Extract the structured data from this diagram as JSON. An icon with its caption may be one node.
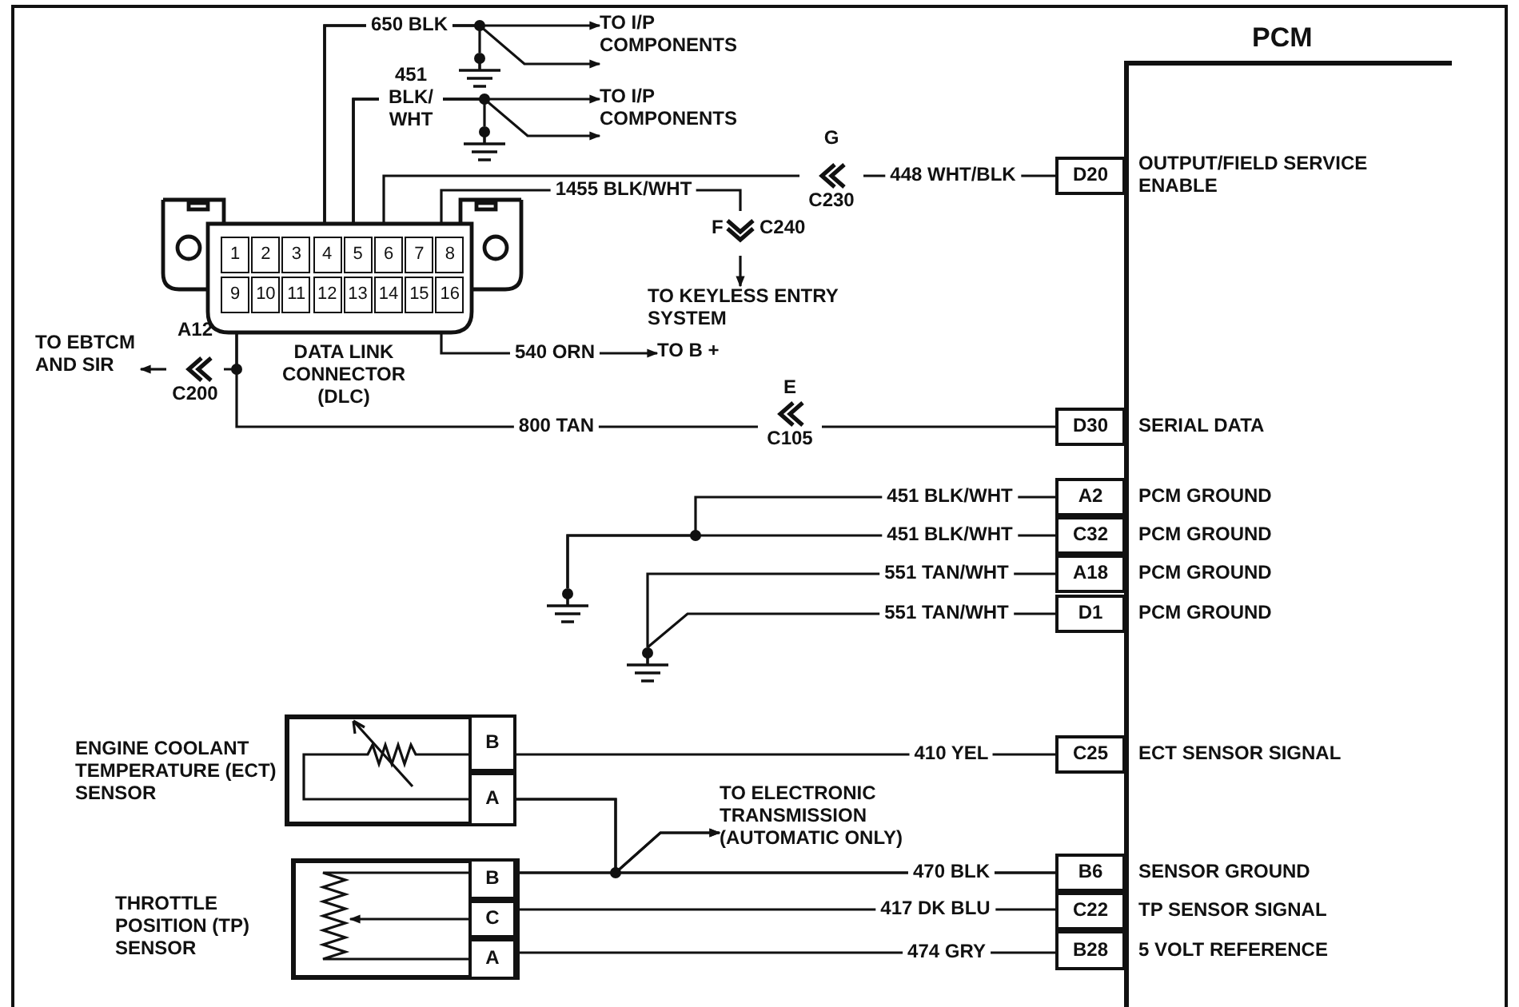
{
  "diagram": {
    "nodes": [
      {
        "text": [
          "PCM"
        ]
      },
      {
        "text": [
          "D20"
        ],
        "beside": [
          "OUTPUT/FIELD SERVICE ENABLE"
        ]
      },
      {
        "text": [
          "D30"
        ],
        "beside": [
          "SERIAL DATA"
        ]
      },
      {
        "text": [
          "A2"
        ],
        "beside": [
          "PCM GROUND"
        ]
      },
      {
        "text": [
          "C32"
        ],
        "beside": [
          "PCM GROUND"
        ]
      },
      {
        "text": [
          "A18"
        ],
        "beside": [
          "PCM GROUND"
        ]
      },
      {
        "text": [
          "D1"
        ],
        "beside": [
          "PCM GROUND"
        ]
      },
      {
        "text": [
          "C25"
        ],
        "beside": [
          "ECT SENSOR SIGNAL"
        ]
      },
      {
        "text": [
          "B6"
        ],
        "beside": [
          "SENSOR GROUND"
        ]
      },
      {
        "text": [
          "C22"
        ],
        "beside": [
          "TP SENSOR SIGNAL"
        ]
      },
      {
        "text": [
          "B28"
        ],
        "beside": [
          "5 VOLT REFERENCE"
        ]
      },
      {
        "text": [
          "DATA LINK CONNECTOR (DLC)"
        ]
      },
      {
        "text": [
          "TO I/P COMPONENTS"
        ]
      },
      {
        "text": [
          "TO I/P COMPONENTS"
        ]
      },
      {
        "text": [],
        "shape": "ground"
      },
      {
        "text": [],
        "shape": "ground"
      },
      {
        "text": [
          "TO KEYLESS ENTRY SYSTEM"
        ]
      },
      {
        "text": [
          "TO B +"
        ]
      },
      {
        "text": [
          "TO EBTCM AND SIR"
        ]
      },
      {
        "text": [
          "G",
          "C230"
        ]
      },
      {
        "text": [
          "F",
          "C240"
        ]
      },
      {
        "text": [
          "E",
          "C105"
        ]
      },
      {
        "text": [
          "A12",
          "C200"
        ]
      },
      {
        "text": [],
        "shape": "ground"
      },
      {
        "text": [],
        "shape": "ground"
      },
      {
        "text": [
          "ENGINE COOLANT TEMPERATURE (ECT) SENSOR"
        ]
      },
      {
        "text": [
          "B"
        ],
        "in": 25
      },
      {
        "text": [
          "A"
        ],
        "in": 25
      },
      {
        "text": [
          "THROTTLE POSITION (TP) SENSOR"
        ]
      },
      {
        "text": [
          "B"
        ],
        "in": 28
      },
      {
        "text": [
          "C"
        ],
        "in": 28
      },
      {
        "text": [
          "A"
        ],
        "in": 28
      },
      {
        "text": [
          "TO ELECTRONIC TRANSMISSION (AUTOMATIC ONLY)"
        ]
      }
    ],
    "edges": [
      {
        "from": 11,
        "to": 12,
        "arrow": "to",
        "label": "650 BLK"
      },
      {
        "from": 11,
        "to": 12,
        "arrow": "to"
      },
      {
        "from": 11,
        "to": 14,
        "arrow": "none"
      },
      {
        "from": 11,
        "to": 13,
        "arrow": "to",
        "label": "451 BLK/ WHT"
      },
      {
        "from": 11,
        "to": 13,
        "arrow": "to"
      },
      {
        "from": 11,
        "to": 15,
        "arrow": "none"
      },
      {
        "from": 1,
        "to": 19,
        "arrow": "none",
        "label": "448 WHT/BLK"
      },
      {
        "from": 19,
        "to": 11,
        "arrow": "none"
      },
      {
        "from": 11,
        "to": 20,
        "arrow": "none",
        "label": "1455 BLK/WHT"
      },
      {
        "from": 20,
        "to": 16,
        "arrow": "to"
      },
      {
        "from": 11,
        "to": 17,
        "arrow": "to",
        "label": "540 ORN"
      },
      {
        "from": 11,
        "to": 22,
        "arrow": "none"
      },
      {
        "from": 22,
        "to": 18,
        "arrow": "to"
      },
      {
        "from": 11,
        "to": 21,
        "arrow": "none",
        "label": "800 TAN"
      },
      {
        "from": 21,
        "to": 2,
        "arrow": "none"
      },
      {
        "from": 3,
        "to": 23,
        "arrow": "none",
        "label": "451 BLK/WHT"
      },
      {
        "from": 4,
        "to": 23,
        "arrow": "none",
        "label": "451 BLK/WHT"
      },
      {
        "from": 5,
        "to": 24,
        "arrow": "none",
        "label": "551 TAN/WHT"
      },
      {
        "from": 6,
        "to": 24,
        "arrow": "none",
        "label": "551 TAN/WHT"
      },
      {
        "from": 26,
        "to": 7,
        "arrow": "none",
        "label": "410 YEL"
      },
      {
        "from": 27,
        "to": 8,
        "arrow": "none"
      },
      {
        "from": 27,
        "to": 32,
        "arrow": "to"
      },
      {
        "from": 29,
        "to": 8,
        "arrow": "none",
        "label": "470 BLK"
      },
      {
        "from": 29,
        "to": 32,
        "arrow": "to"
      },
      {
        "from": 30,
        "to": 9,
        "arrow": "none",
        "label": "417 DK BLU"
      },
      {
        "from": 31,
        "to": 10,
        "arrow": "none",
        "label": "474 GRY"
      },
      {
        "from": 26,
        "to": 27,
        "arrow": "none"
      },
      {
        "from": 29,
        "to": 31,
        "arrow": "none"
      },
      {
        "from": 30,
        "to": null,
        "arrow": "to"
      }
    ],
    "labels": [
      "1",
      "2",
      "3",
      "4",
      "5",
      "6",
      "7",
      "8",
      "9",
      "10",
      "11",
      "12",
      "13",
      "14",
      "15",
      "16"
    ]
  }
}
